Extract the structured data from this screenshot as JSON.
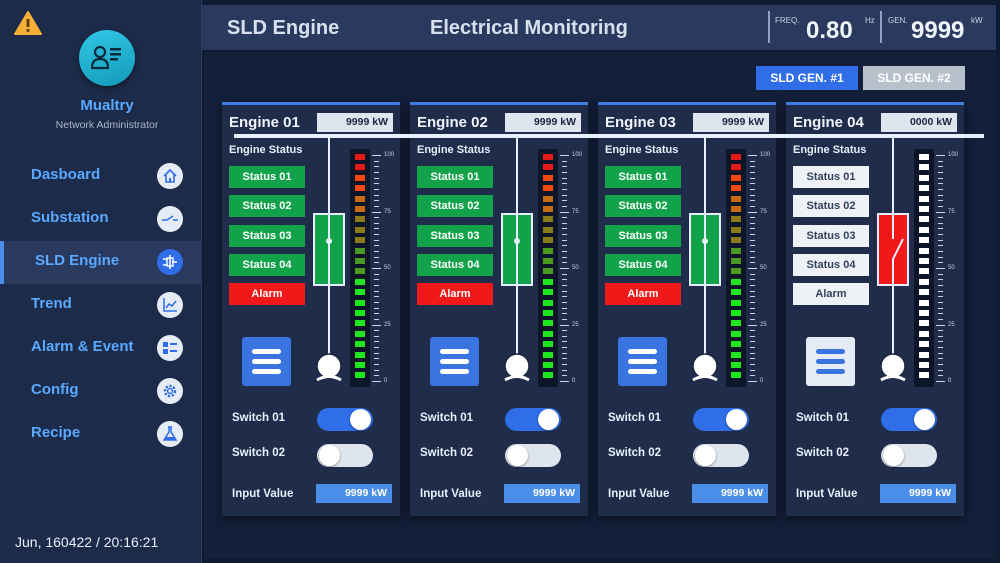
{
  "sidebar": {
    "user_name": "Mualtry",
    "user_role": "Network Administrator",
    "items": [
      {
        "label": "Dasboard",
        "icon": "home-icon",
        "active": false
      },
      {
        "label": "Substation",
        "icon": "switch-line-icon",
        "active": false
      },
      {
        "label": "SLD Engine",
        "icon": "sld-diagram-icon",
        "active": true
      },
      {
        "label": "Trend",
        "icon": "trend-chart-icon",
        "active": false
      },
      {
        "label": "Alarm & Event",
        "icon": "event-list-icon",
        "active": false
      },
      {
        "label": "Config",
        "icon": "gear-icon",
        "active": false
      },
      {
        "label": "Recipe",
        "icon": "flask-icon",
        "active": false
      }
    ],
    "datetime": "Jun, 160422 / 20:16:21"
  },
  "header": {
    "title": "SLD Engine",
    "subtitle": "Electrical Monitoring",
    "freq_label": "FREQ.",
    "freq_value": "0.80",
    "freq_unit": "Hz",
    "gen_label": "GEN.",
    "gen_value": "9999",
    "gen_unit": "kW"
  },
  "gen_tabs": {
    "gen1": "SLD GEN. #1",
    "gen2": "SLD GEN. #2",
    "active": "gen1"
  },
  "engine_status_label": "Engine Status",
  "switch1_label": "Switch 01",
  "switch2_label": "Switch 02",
  "input_label": "Input Value",
  "meter_ticks": [
    "100",
    "75",
    "50",
    "25",
    "0"
  ],
  "engines": [
    {
      "name": "Engine 01",
      "power": "9999 kW",
      "statuses": [
        "Status 01",
        "Status 02",
        "Status 03",
        "Status 04"
      ],
      "alarm": "Alarm",
      "running": true,
      "breaker_closed": true,
      "meter_level": 100,
      "switch1": true,
      "switch2": false,
      "input_value": "9999 kW"
    },
    {
      "name": "Engine 02",
      "power": "9999 kW",
      "statuses": [
        "Status 01",
        "Status 02",
        "Status 03",
        "Status 04"
      ],
      "alarm": "Alarm",
      "running": true,
      "breaker_closed": true,
      "meter_level": 100,
      "switch1": true,
      "switch2": false,
      "input_value": "9999 kW"
    },
    {
      "name": "Engine 03",
      "power": "9999 kW",
      "statuses": [
        "Status 01",
        "Status 02",
        "Status 03",
        "Status 04"
      ],
      "alarm": "Alarm",
      "running": true,
      "breaker_closed": true,
      "meter_level": 100,
      "switch1": true,
      "switch2": false,
      "input_value": "9999 kW"
    },
    {
      "name": "Engine 04",
      "power": "0000 kW",
      "statuses": [
        "Status 01",
        "Status 02",
        "Status 03",
        "Status 04"
      ],
      "alarm": "Alarm",
      "running": false,
      "breaker_closed": false,
      "meter_level": 0,
      "switch1": true,
      "switch2": false,
      "input_value": "9999 kW"
    }
  ],
  "colors": {
    "accent": "#2f6ee8",
    "ok": "#12a34a",
    "alarm": "#f01818",
    "panel": "#1f2c4a"
  }
}
